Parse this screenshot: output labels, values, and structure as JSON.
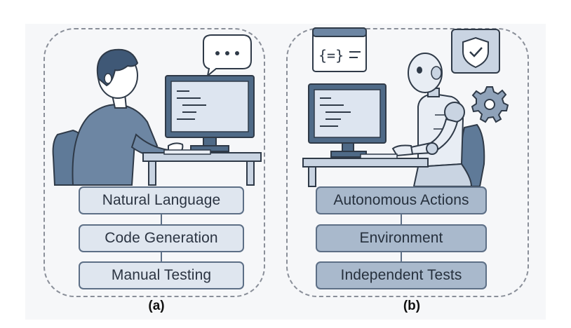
{
  "panels": [
    {
      "label": "(a)",
      "steps": [
        "Natural Language",
        "Code Generation",
        "Manual Testing"
      ]
    },
    {
      "label": "(b)",
      "steps": [
        "Autonomous Actions",
        "Environment",
        "Independent Tests"
      ]
    }
  ],
  "icons": [
    "user-icon",
    "speech-bubble-icon",
    "computer-monitor-icon",
    "code-window-icon",
    "shield-check-icon",
    "gear-icon",
    "robot-icon"
  ],
  "colors": {
    "stroke": "#2f3a48",
    "step_light": "#dfe6ef",
    "step_dark": "#a9b9cc",
    "person": "#4f6a87",
    "screen": "#dde5f0"
  }
}
